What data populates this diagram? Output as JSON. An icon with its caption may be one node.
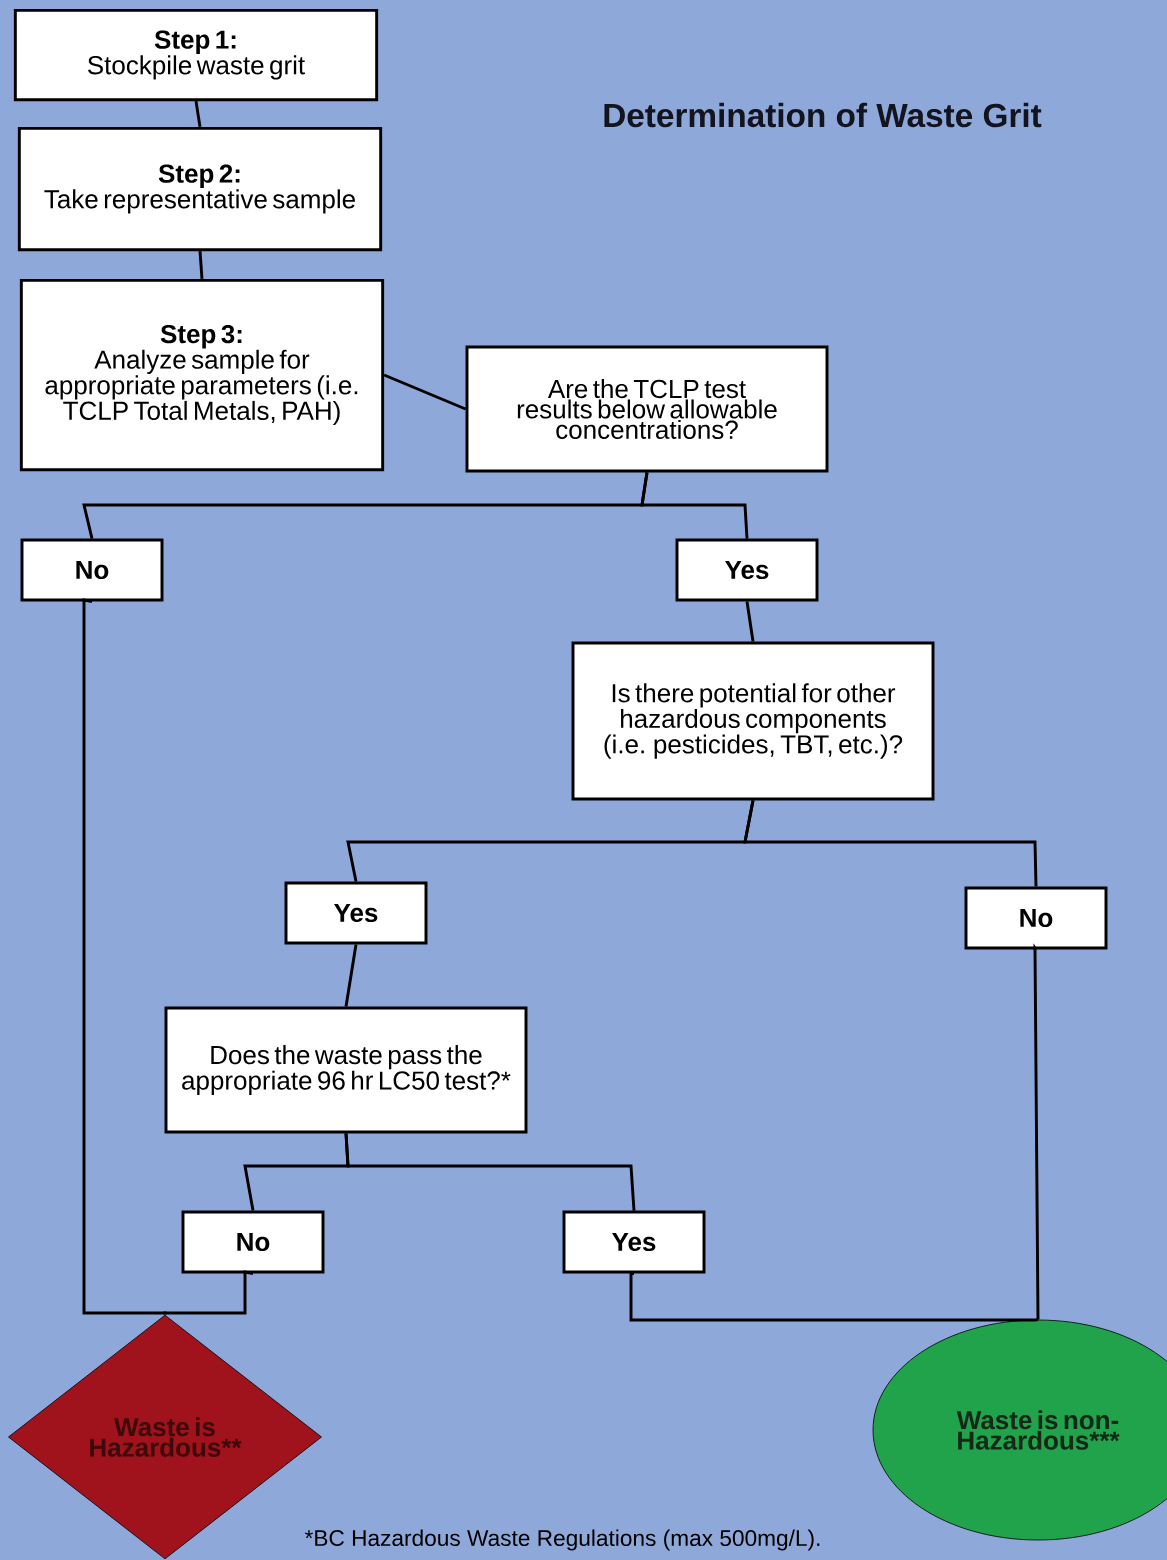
{
  "diagram": {
    "title": "Determination of Waste Grit",
    "nodes": [
      {
        "text": [
          "Step 1:",
          "Stockpile waste grit"
        ]
      },
      {
        "text": [
          "Step 2:",
          "Take representative sample"
        ]
      },
      {
        "text": [
          "Step 3:",
          "Analyze sample for appropriate parameters (i.e. TCLP Total Metals, PAH)"
        ]
      },
      {
        "text": [
          "Are the TCLP test results below allowable concentrations?"
        ]
      },
      {
        "text": [
          "No"
        ]
      },
      {
        "text": [
          "Yes"
        ]
      },
      {
        "text": [
          "Is there potential for other hazardous components (i.e. pesticides, TBT, etc.)?"
        ]
      },
      {
        "text": [
          "Yes"
        ]
      },
      {
        "text": [
          "No"
        ]
      },
      {
        "text": [
          "Does the waste pass the appropriate 96 hr LC50 test?*"
        ]
      },
      {
        "text": [
          "No"
        ]
      },
      {
        "text": [
          "Yes"
        ]
      },
      {
        "text": [
          "Waste is Hazardous**"
        ]
      },
      {
        "text": [
          "Waste is non-Hazardous***"
        ]
      }
    ],
    "edges": [
      {
        "from": 0,
        "to": 1,
        "arrow": "none"
      },
      {
        "from": 1,
        "to": 2,
        "arrow": "none"
      },
      {
        "from": 2,
        "to": 3,
        "arrow": "none"
      },
      {
        "from": 3,
        "to": 4,
        "arrow": "none"
      },
      {
        "from": 3,
        "to": 5,
        "arrow": "none"
      },
      {
        "from": 5,
        "to": 6,
        "arrow": "none"
      },
      {
        "from": 6,
        "to": 7,
        "arrow": "none"
      },
      {
        "from": 6,
        "to": 8,
        "arrow": "none"
      },
      {
        "from": 7,
        "to": 9,
        "arrow": "none"
      },
      {
        "from": 9,
        "to": 10,
        "arrow": "none"
      },
      {
        "from": 9,
        "to": 11,
        "arrow": "none"
      },
      {
        "from": 4,
        "to": 12,
        "arrow": "none"
      },
      {
        "from": 10,
        "to": 12,
        "arrow": "none"
      },
      {
        "from": 11,
        "to": 13,
        "arrow": "none"
      },
      {
        "from": 8,
        "to": 13,
        "arrow": "none"
      }
    ],
    "labels": [
      "*BC Hazardous Waste Regulations (max 500mg/L)."
    ]
  }
}
